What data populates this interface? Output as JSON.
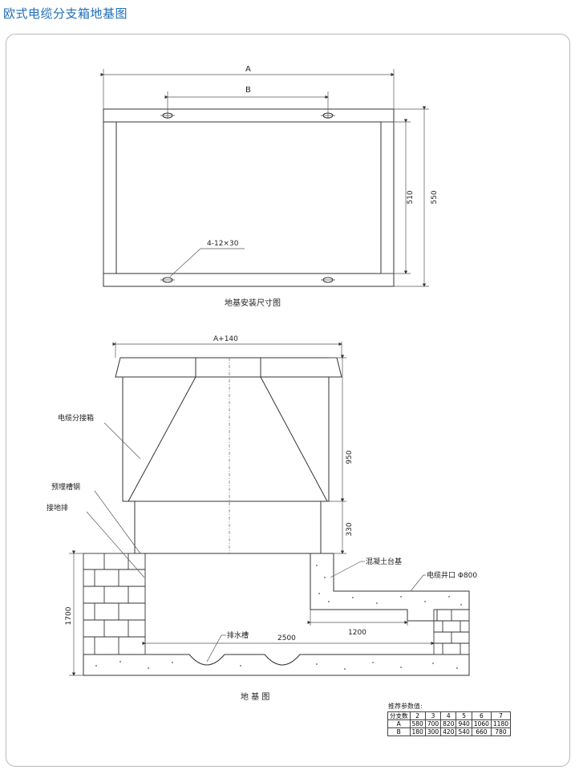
{
  "title": "欧式电缆分支箱地基图",
  "plan": {
    "dim_a": "A",
    "dim_b": "B",
    "dim_510": "510",
    "dim_550": "550",
    "hole_label": "4-12×30",
    "caption": "地基安装尺寸图"
  },
  "section": {
    "dim_a140": "A+140",
    "dim_950": "950",
    "dim_330": "330",
    "dim_1700": "1700",
    "dim_1200": "1200",
    "dim_2500": "2500",
    "label_box": "电缆分接箱",
    "label_channel": "预埋槽钢",
    "label_ground": "接地排",
    "label_concrete": "混凝土台基",
    "label_well": "电缆井口 Φ800",
    "label_drain": "排水槽",
    "caption": "地 基 图"
  },
  "params": {
    "title": "推荐参数值:",
    "header": [
      "分支数",
      "2",
      "3",
      "4",
      "5",
      "6",
      "7"
    ],
    "rows": [
      [
        "A",
        "580",
        "700",
        "820",
        "940",
        "1060",
        "1180"
      ],
      [
        "B",
        "180",
        "300",
        "420",
        "540",
        "660",
        "780"
      ]
    ]
  }
}
